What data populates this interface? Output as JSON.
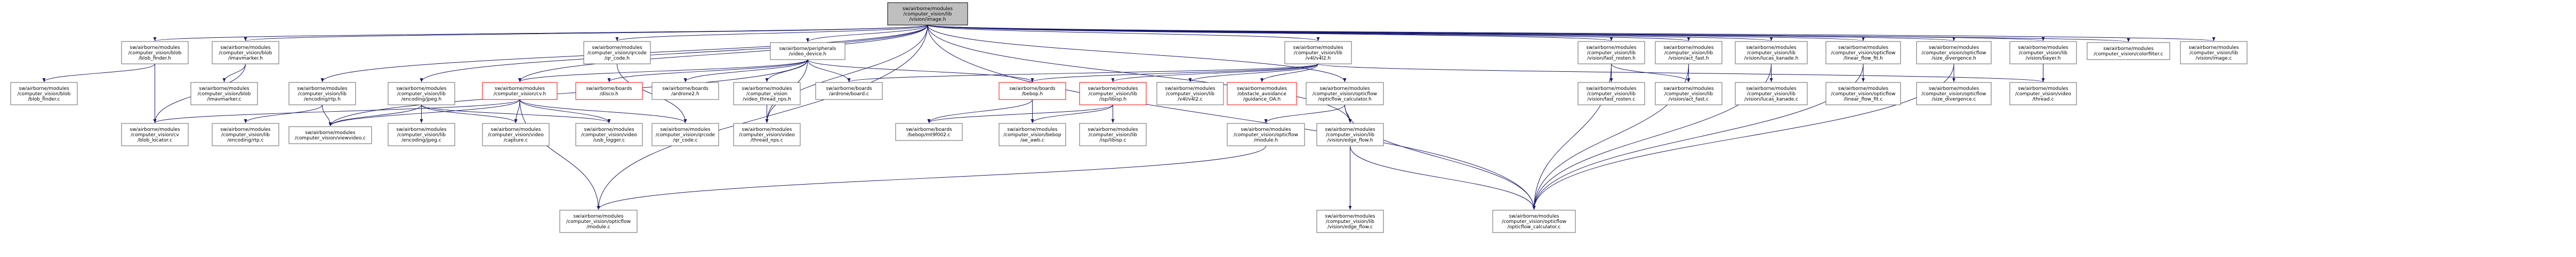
{
  "graph": {
    "edge_color": "#191970",
    "root_fill": "#bfbfbf",
    "highlight_border": "#ff0000",
    "nodes": [
      {
        "id": "root",
        "lines": [
          "sw/airborne/modules",
          "/computer_vision/lib",
          "/vision/image.h"
        ],
        "style": "root"
      },
      {
        "id": "blob_finder_h",
        "lines": [
          "sw/airborne/modules",
          "/computer_vision/blob",
          "/blob_finder.h"
        ]
      },
      {
        "id": "imavmarker_h",
        "lines": [
          "sw/airborne/modules",
          "/computer_vision/blob",
          "/imavmarker.h"
        ]
      },
      {
        "id": "qr_code_h",
        "lines": [
          "sw/airborne/modules",
          "/computer_vision/qrcode",
          "/qr_code.h"
        ]
      },
      {
        "id": "video_device_h",
        "lines": [
          "sw/airborne/peripherals",
          "/video_device.h"
        ]
      },
      {
        "id": "v4l2_h",
        "lines": [
          "sw/airborne/modules",
          "/computer_vision/lib",
          "/v4l/v4l2.h"
        ]
      },
      {
        "id": "fast_rosten_h",
        "lines": [
          "sw/airborne/modules",
          "/computer_vision/lib",
          "/vision/fast_rosten.h"
        ]
      },
      {
        "id": "act_fast_h",
        "lines": [
          "sw/airborne/modules",
          "/computer_vision/lib",
          "/vision/act_fast.h"
        ]
      },
      {
        "id": "lucas_kanade_h",
        "lines": [
          "sw/airborne/modules",
          "/computer_vision/lib",
          "/vision/lucas_kanade.h"
        ]
      },
      {
        "id": "linear_flow_fit_h",
        "lines": [
          "sw/airborne/modules",
          "/computer_vision/opticflow",
          "/linear_flow_fit.h"
        ]
      },
      {
        "id": "size_divergence_h",
        "lines": [
          "sw/airborne/modules",
          "/computer_vision/opticflow",
          "/size_divergence.h"
        ]
      },
      {
        "id": "bayer_h",
        "lines": [
          "sw/airborne/modules",
          "/computer_vision/lib",
          "/vision/bayer.h"
        ]
      },
      {
        "id": "colorfilter_c",
        "lines": [
          "sw/airborne/modules",
          "/computer_vision/colorfilter.c"
        ]
      },
      {
        "id": "image_c",
        "lines": [
          "sw/airborne/modules",
          "/computer_vision/lib",
          "/vision/image.c"
        ]
      },
      {
        "id": "blob_finder_c",
        "lines": [
          "sw/airborne/modules",
          "/computer_vision/blob",
          "/blob_finder.c"
        ]
      },
      {
        "id": "imavmarker_c",
        "lines": [
          "sw/airborne/modules",
          "/computer_vision/blob",
          "/imavmarker.c"
        ]
      },
      {
        "id": "encoding_rtp_h",
        "lines": [
          "sw/airborne/modules",
          "/computer_vision/lib",
          "/encoding/rtp.h"
        ]
      },
      {
        "id": "encoding_jpeg_h",
        "lines": [
          "sw/airborne/modules",
          "/computer_vision/lib",
          "/encoding/jpeg.h"
        ]
      },
      {
        "id": "cv_h",
        "lines": [
          "sw/airborne/modules",
          "/computer_vision/cv.h"
        ],
        "style": "red"
      },
      {
        "id": "bebop_h",
        "lines": [
          "sw/airborne/boards",
          "/bebop.h"
        ],
        "style": "red"
      },
      {
        "id": "ardrone2_h",
        "lines": [
          "sw/airborne/boards",
          "/ardrone2.h"
        ]
      },
      {
        "id": "disco_h",
        "lines": [
          "sw/airborne/boards",
          "/disco.h"
        ],
        "style": "red"
      },
      {
        "id": "video_thread_nps_h",
        "lines": [
          "sw/airborne/modules",
          "/computer_vision",
          "/video_thread_nps.h"
        ]
      },
      {
        "id": "ardrone_c",
        "lines": [
          "sw/airborne/boards",
          "/ardrone/board.c"
        ]
      },
      {
        "id": "isp_h",
        "lines": [
          "sw/airborne/modules",
          "/computer_vision/lib",
          "/isp/libisp.h"
        ],
        "style": "red"
      },
      {
        "id": "v4l2_c",
        "lines": [
          "sw/airborne/modules",
          "/computer_vision/lib",
          "/v4l/v4l2.c"
        ]
      },
      {
        "id": "obstacle_avoidance_h",
        "lines": [
          "sw/airborne/modules",
          "/obstacle_avoidance",
          "/guidance_OA.h"
        ],
        "style": "red"
      },
      {
        "id": "opticflow_calculator_h",
        "lines": [
          "sw/airborne/modules",
          "/computer_vision/opticflow",
          "/opticflow_calculator.h"
        ]
      },
      {
        "id": "fast_rosten_c",
        "lines": [
          "sw/airborne/modules",
          "/computer_vision/lib",
          "/vision/fast_rosten.c"
        ]
      },
      {
        "id": "act_fast_c",
        "lines": [
          "sw/airborne/modules",
          "/computer_vision/lib",
          "/vision/act_fast.c"
        ]
      },
      {
        "id": "lucas_kanade_c",
        "lines": [
          "sw/airborne/modules",
          "/computer_vision/lib",
          "/vision/lucas_kanade.c"
        ]
      },
      {
        "id": "linear_flow_fit_c",
        "lines": [
          "sw/airborne/modules",
          "/computer_vision/opticflow",
          "/linear_flow_fit.c"
        ]
      },
      {
        "id": "size_divergence_c",
        "lines": [
          "sw/airborne/modules",
          "/computer_vision/opticflow",
          "/size_divergence.c"
        ]
      },
      {
        "id": "video_thread_c",
        "lines": [
          "sw/airborne/modules",
          "/computer_vision/video",
          "/thread.c"
        ]
      },
      {
        "id": "blob_locator_c",
        "lines": [
          "sw/airborne/modules",
          "/computer_vision/cv",
          "/blob_locator.c"
        ]
      },
      {
        "id": "viewvideo_c",
        "lines": [
          "sw/airborne/modules",
          "/computer_vision/viewvideo.c"
        ]
      },
      {
        "id": "encoding_rtp_c",
        "lines": [
          "sw/airborne/modules",
          "/computer_vision/lib",
          "/encoding/rtp.c"
        ]
      },
      {
        "id": "encoding_jpeg_c",
        "lines": [
          "sw/airborne/modules",
          "/computer_vision/lib",
          "/encoding/jpeg.c"
        ]
      },
      {
        "id": "video_capture_c",
        "lines": [
          "sw/airborne/modules",
          "/computer_vision/video",
          "/capture.c"
        ]
      },
      {
        "id": "video_usb_logger_c",
        "lines": [
          "sw/airborne/modules",
          "/computer_vision/video",
          "/usb_logger.c"
        ]
      },
      {
        "id": "qr_code_c",
        "lines": [
          "sw/airborne/modules",
          "/computer_vision/qrcode",
          "/qr_code.c"
        ]
      },
      {
        "id": "video_thread_nps_c",
        "lines": [
          "sw/airborne/modules",
          "/computer_vision/video",
          "/thread_nps.c"
        ]
      },
      {
        "id": "bebop_mt9f002_c",
        "lines": [
          "sw/airborne/boards",
          "/bebop/mt9f002.c"
        ]
      },
      {
        "id": "bebop_ae_awb_c",
        "lines": [
          "sw/airborne/modules",
          "/computer_vision/bebop",
          "/ae_awb.c"
        ]
      },
      {
        "id": "isp_c",
        "lines": [
          "sw/airborne/modules",
          "/computer_vision/lib",
          "/isp/libisp.c"
        ]
      },
      {
        "id": "opticflow_module_h",
        "lines": [
          "sw/airborne/modules",
          "/computer_vision/opticflow",
          "/module.h"
        ]
      },
      {
        "id": "edge_flow_h",
        "lines": [
          "sw/airborne/modules",
          "/computer_vision/lib",
          "/vision/edge_flow.h"
        ]
      },
      {
        "id": "opticflow_module_c",
        "lines": [
          "sw/airborne/modules",
          "/computer_vision/opticflow",
          "/module.c"
        ]
      },
      {
        "id": "edge_flow_c",
        "lines": [
          "sw/airborne/modules",
          "/computer_vision/lib",
          "/vision/edge_flow.c"
        ]
      },
      {
        "id": "opticflow_calculator_c",
        "lines": [
          "sw/airborne/modules",
          "/computer_vision/opticflow",
          "/opticflow_calculator.c"
        ]
      }
    ],
    "edges": [
      [
        "root",
        "blob_finder_h"
      ],
      [
        "root",
        "imavmarker_h"
      ],
      [
        "root",
        "qr_code_h"
      ],
      [
        "root",
        "video_device_h"
      ],
      [
        "root",
        "v4l2_h"
      ],
      [
        "root",
        "fast_rosten_h"
      ],
      [
        "root",
        "act_fast_h"
      ],
      [
        "root",
        "lucas_kanade_h"
      ],
      [
        "root",
        "linear_flow_fit_h"
      ],
      [
        "root",
        "size_divergence_h"
      ],
      [
        "root",
        "bayer_h"
      ],
      [
        "root",
        "colorfilter_c"
      ],
      [
        "root",
        "image_c"
      ],
      [
        "root",
        "encoding_rtp_h"
      ],
      [
        "root",
        "encoding_jpeg_h"
      ],
      [
        "root",
        "cv_h"
      ],
      [
        "root",
        "opticflow_calculator_h"
      ],
      [
        "root",
        "edge_flow_h"
      ],
      [
        "root",
        "opticflow_module_c"
      ],
      [
        "root",
        "video_thread_nps_c"
      ],
      [
        "root",
        "opticflow_calculator_c"
      ],
      [
        "blob_finder_h",
        "blob_finder_c"
      ],
      [
        "blob_finder_h",
        "blob_locator_c"
      ],
      [
        "imavmarker_h",
        "imavmarker_c"
      ],
      [
        "imavmarker_h",
        "blob_locator_c"
      ],
      [
        "qr_code_h",
        "qr_code_c"
      ],
      [
        "video_device_h",
        "cv_h"
      ],
      [
        "video_device_h",
        "disco_h"
      ],
      [
        "video_device_h",
        "ardrone2_h"
      ],
      [
        "video_device_h",
        "video_thread_nps_h"
      ],
      [
        "video_device_h",
        "ardrone_c"
      ],
      [
        "video_device_h",
        "bebop_h"
      ],
      [
        "video_device_h",
        "viewvideo_c"
      ],
      [
        "video_device_h",
        "video_thread_nps_c"
      ],
      [
        "v4l2_h",
        "isp_h"
      ],
      [
        "v4l2_h",
        "v4l2_c"
      ],
      [
        "v4l2_h",
        "obstacle_avoidance_h"
      ],
      [
        "v4l2_h",
        "ardrone_c"
      ],
      [
        "v4l2_h",
        "video_thread_c"
      ],
      [
        "v4l2_h",
        "bebop_h"
      ],
      [
        "encoding_rtp_h",
        "encoding_rtp_c"
      ],
      [
        "encoding_rtp_h",
        "viewvideo_c"
      ],
      [
        "encoding_jpeg_h",
        "encoding_jpeg_c"
      ],
      [
        "encoding_jpeg_h",
        "viewvideo_c"
      ],
      [
        "encoding_jpeg_h",
        "video_capture_c"
      ],
      [
        "encoding_jpeg_h",
        "video_usb_logger_c"
      ],
      [
        "cv_h",
        "blob_locator_c"
      ],
      [
        "cv_h",
        "viewvideo_c"
      ],
      [
        "cv_h",
        "video_capture_c"
      ],
      [
        "cv_h",
        "video_usb_logger_c"
      ],
      [
        "cv_h",
        "qr_code_c"
      ],
      [
        "cv_h",
        "opticflow_module_c"
      ],
      [
        "video_thread_nps_h",
        "video_thread_nps_c"
      ],
      [
        "bebop_h",
        "bebop_mt9f002_c"
      ],
      [
        "bebop_h",
        "bebop_ae_awb_c"
      ],
      [
        "isp_h",
        "bebop_ae_awb_c"
      ],
      [
        "isp_h",
        "isp_c"
      ],
      [
        "isp_h",
        "bebop_mt9f002_c"
      ],
      [
        "opticflow_calculator_h",
        "opticflow_module_h"
      ],
      [
        "opticflow_calculator_h",
        "opticflow_calculator_c"
      ],
      [
        "opticflow_calculator_h",
        "edge_flow_h"
      ],
      [
        "opticflow_module_h",
        "opticflow_module_c"
      ],
      [
        "edge_flow_h",
        "edge_flow_c"
      ],
      [
        "edge_flow_h",
        "opticflow_calculator_c"
      ],
      [
        "fast_rosten_h",
        "fast_rosten_c"
      ],
      [
        "fast_rosten_h",
        "act_fast_c"
      ],
      [
        "fast_rosten_h",
        "opticflow_calculator_c"
      ],
      [
        "act_fast_h",
        "act_fast_c"
      ],
      [
        "act_fast_h",
        "opticflow_calculator_c"
      ],
      [
        "lucas_kanade_h",
        "lucas_kanade_c"
      ],
      [
        "lucas_kanade_h",
        "opticflow_calculator_c"
      ],
      [
        "linear_flow_fit_h",
        "linear_flow_fit_c"
      ],
      [
        "linear_flow_fit_h",
        "opticflow_calculator_c"
      ],
      [
        "size_divergence_h",
        "size_divergence_c"
      ],
      [
        "size_divergence_h",
        "opticflow_calculator_c"
      ],
      [
        "bayer_h",
        "video_thread_c"
      ]
    ]
  }
}
